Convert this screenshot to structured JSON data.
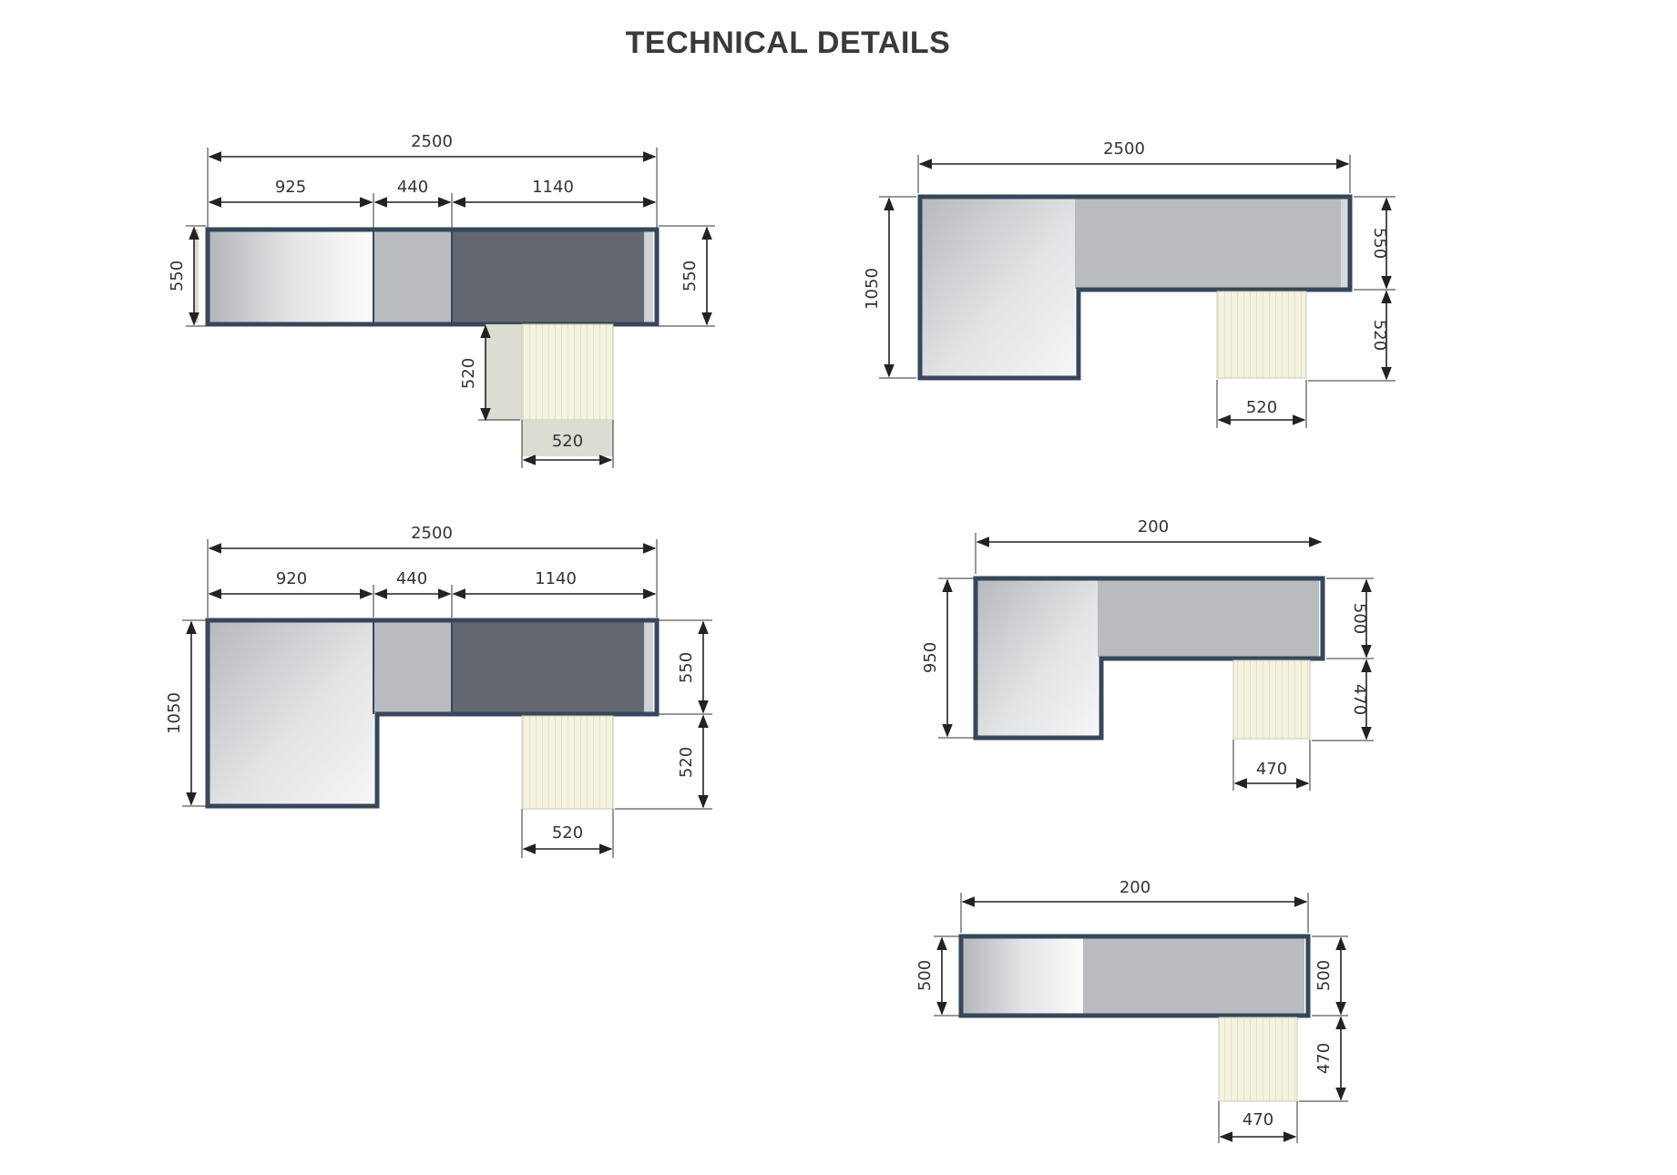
{
  "title": "TECHNICAL DETAILS",
  "colors": {
    "outline": "#37475a",
    "dark_panel": "#63676f",
    "mid_panel": "#b9bbbf",
    "cream_panel": "#f2f2de"
  },
  "drawings": [
    {
      "id": "desk-a",
      "dims": {
        "total": "2500",
        "seg1": "925",
        "seg2": "440",
        "seg3": "1140",
        "left_depth": "550",
        "right_depth": "550",
        "return_depth": "520",
        "return_width": "520"
      }
    },
    {
      "id": "desk-b",
      "dims": {
        "total": "2500",
        "left_depth": "1050",
        "right_depth": "550",
        "return_depth": "520",
        "return_width": "520"
      }
    },
    {
      "id": "desk-c",
      "dims": {
        "total": "2500",
        "seg1": "920",
        "seg2": "440",
        "seg3": "1140",
        "left_depth": "1050",
        "right_depth": "550",
        "return_depth": "520",
        "return_width": "520"
      }
    },
    {
      "id": "desk-d",
      "dims": {
        "total": "200",
        "left_depth": "950",
        "right_depth": "500",
        "return_depth": "470",
        "return_width": "470"
      }
    },
    {
      "id": "desk-e",
      "dims": {
        "total": "200",
        "left_depth": "500",
        "right_depth": "500",
        "return_depth": "470",
        "return_width": "470"
      }
    }
  ]
}
